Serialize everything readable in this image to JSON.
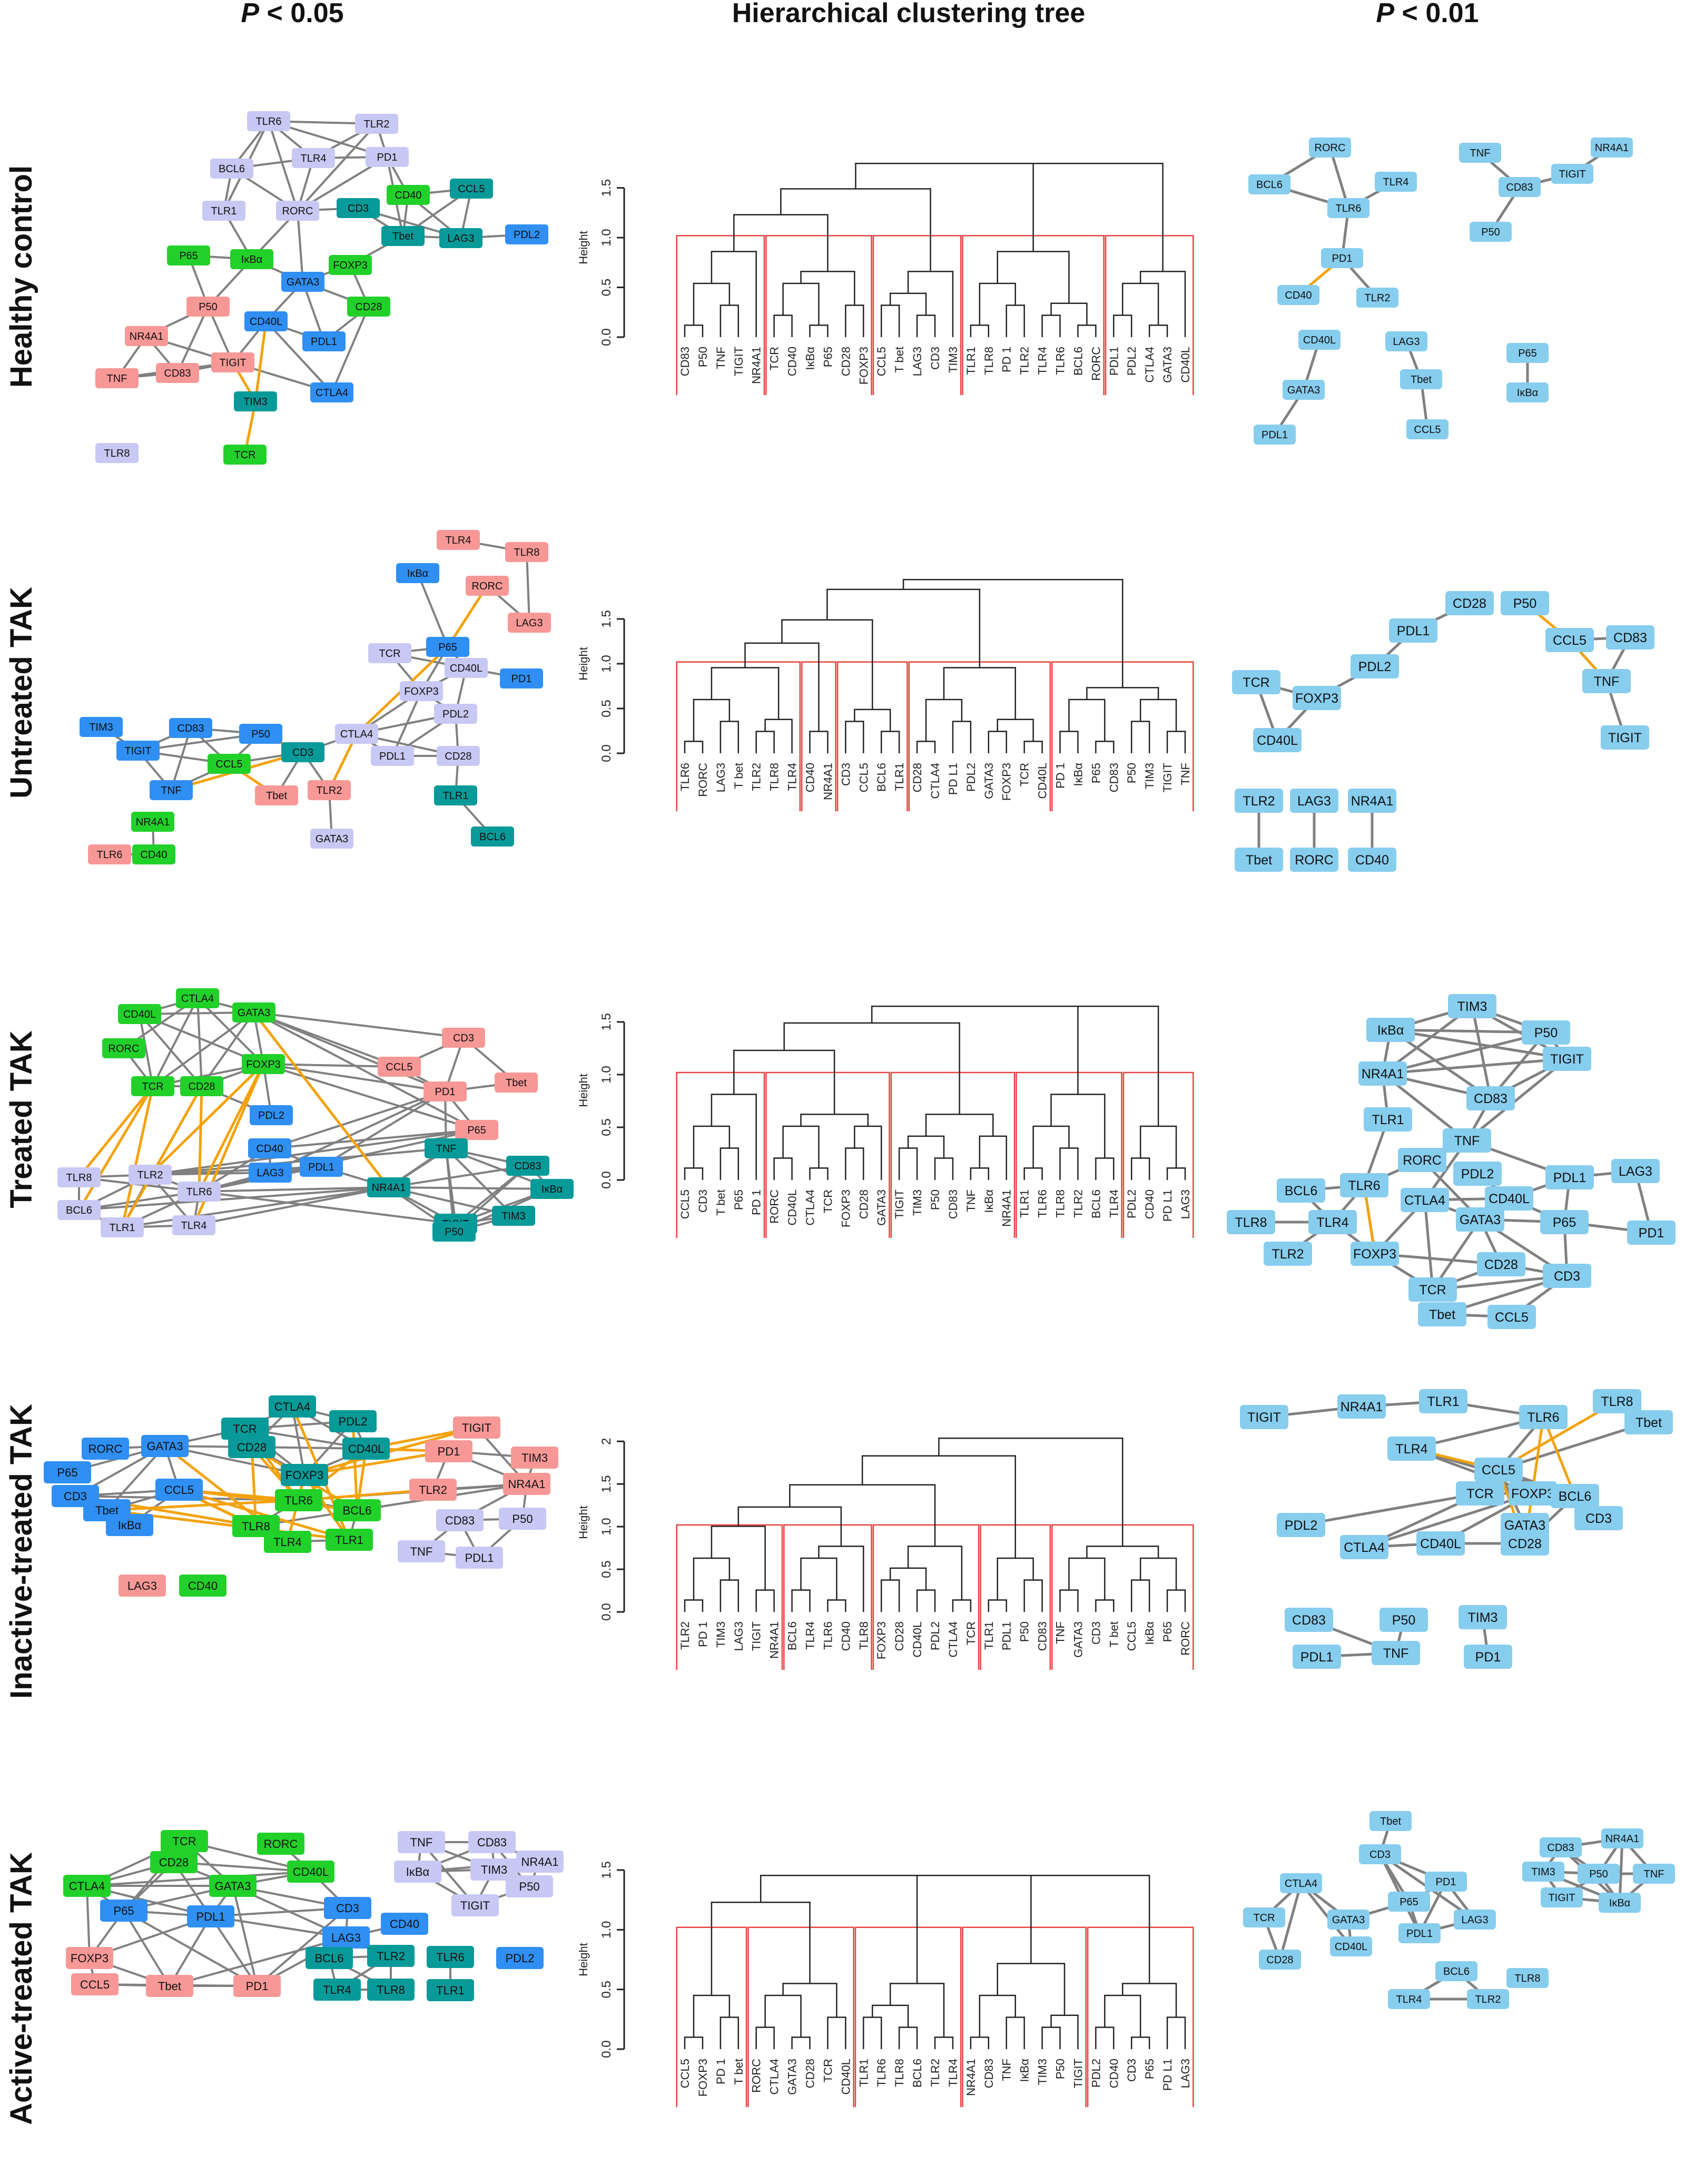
{
  "column_headers": {
    "left": {
      "label": "P",
      "operator": "< 0.05"
    },
    "middle": "Hierarchical clustering tree",
    "right": {
      "label": "P",
      "operator": "< 0.01"
    }
  },
  "colors": {
    "lavender": "#c8c8f4",
    "green": "#21d12a",
    "teal": "#079a98",
    "blue": "#2f8ff3",
    "salmon": "#f79897",
    "sky": "#87cdee",
    "edge_gray": "#808080",
    "edge_orange": "#f3a20c",
    "cluster_red": "#e8403f"
  },
  "height_axis_label": "Height",
  "rows": [
    {
      "label": "Healthy control",
      "p05": {
        "nodes": [
          {
            "id": "TLR6",
            "c": "lavender"
          },
          {
            "id": "TLR2",
            "c": "lavender"
          },
          {
            "id": "BCL6",
            "c": "lavender"
          },
          {
            "id": "TLR4",
            "c": "lavender"
          },
          {
            "id": "PD1",
            "c": "lavender"
          },
          {
            "id": "CD40",
            "c": "green"
          },
          {
            "id": "CCL5",
            "c": "teal"
          },
          {
            "id": "TLR1",
            "c": "lavender"
          },
          {
            "id": "RORC",
            "c": "lavender"
          },
          {
            "id": "CD3",
            "c": "teal"
          },
          {
            "id": "Tbet",
            "c": "teal"
          },
          {
            "id": "LAG3",
            "c": "teal"
          },
          {
            "id": "PDL2",
            "c": "blue"
          },
          {
            "id": "P65",
            "c": "green"
          },
          {
            "id": "IκBα",
            "c": "green"
          },
          {
            "id": "FOXP3",
            "c": "green"
          },
          {
            "id": "GATA3",
            "c": "blue"
          },
          {
            "id": "P50",
            "c": "salmon"
          },
          {
            "id": "CD28",
            "c": "green"
          },
          {
            "id": "NR4A1",
            "c": "salmon"
          },
          {
            "id": "CD40L",
            "c": "blue"
          },
          {
            "id": "PDL1",
            "c": "blue"
          },
          {
            "id": "TNF",
            "c": "salmon"
          },
          {
            "id": "CD83",
            "c": "salmon"
          },
          {
            "id": "TIGIT",
            "c": "salmon"
          },
          {
            "id": "CTLA4",
            "c": "blue"
          },
          {
            "id": "TIM3",
            "c": "teal"
          },
          {
            "id": "TCR",
            "c": "green"
          },
          {
            "id": "TLR8",
            "c": "lavender"
          }
        ]
      },
      "tree": {
        "ylim": [
          0,
          1.8
        ],
        "ticks": [
          "0.0",
          "0.5",
          "1.0",
          "1.5"
        ],
        "leaves": [
          "CD83",
          "P50",
          "TNF",
          "TIGIT",
          "NR4A1",
          "TCR",
          "CD40",
          "IκBα",
          "P65",
          "CD28",
          "FOXP3",
          "CCL5",
          "T bet",
          "LAG3",
          "CD3",
          "TIM3",
          "TLR1",
          "TLR8",
          "PD 1",
          "TLR2",
          "TLR4",
          "TLR6",
          "BCL6",
          "RORC",
          "PDL1",
          "PDL2",
          "CTLA4",
          "GATA3",
          "CD40L"
        ],
        "clusters": [
          5,
          6,
          5,
          8,
          5
        ]
      },
      "p01": {
        "nodes": [
          "RORC",
          "BCL6",
          "TLR4",
          "TLR6",
          "TNF",
          "NR4A1",
          "CD83",
          "TIGIT",
          "P50",
          "PD1",
          "CD40",
          "TLR2",
          "CD40L",
          "LAG3",
          "P65",
          "Tbet",
          "GATA3",
          "IκBα",
          "CCL5",
          "PDL1"
        ]
      }
    },
    {
      "label": "Untreated TAK",
      "p05": {
        "nodes": [
          {
            "id": "TLR4",
            "c": "salmon"
          },
          {
            "id": "TLR8",
            "c": "salmon"
          },
          {
            "id": "IκBα",
            "c": "blue"
          },
          {
            "id": "RORC",
            "c": "salmon"
          },
          {
            "id": "LAG3",
            "c": "salmon"
          },
          {
            "id": "P65",
            "c": "blue"
          },
          {
            "id": "TCR",
            "c": "lavender"
          },
          {
            "id": "CD40L",
            "c": "lavender"
          },
          {
            "id": "PD1",
            "c": "blue"
          },
          {
            "id": "FOXP3",
            "c": "lavender"
          },
          {
            "id": "PDL2",
            "c": "lavender"
          },
          {
            "id": "TIM3",
            "c": "blue"
          },
          {
            "id": "CD83",
            "c": "blue"
          },
          {
            "id": "P50",
            "c": "blue"
          },
          {
            "id": "CTLA4",
            "c": "lavender"
          },
          {
            "id": "TIGIT",
            "c": "blue"
          },
          {
            "id": "CD3",
            "c": "teal"
          },
          {
            "id": "CCL5",
            "c": "green"
          },
          {
            "id": "PDL1",
            "c": "lavender"
          },
          {
            "id": "CD28",
            "c": "lavender"
          },
          {
            "id": "TNF",
            "c": "blue"
          },
          {
            "id": "Tbet",
            "c": "salmon"
          },
          {
            "id": "TLR2",
            "c": "salmon"
          },
          {
            "id": "TLR1",
            "c": "teal"
          },
          {
            "id": "GATA3",
            "c": "lavender"
          },
          {
            "id": "BCL6",
            "c": "teal"
          },
          {
            "id": "NR4A1",
            "c": "green"
          },
          {
            "id": "TLR6",
            "c": "salmon"
          },
          {
            "id": "CD40",
            "c": "green"
          }
        ]
      },
      "tree": {
        "ylim": [
          0,
          2.0
        ],
        "ticks": [
          "0.0",
          "0.5",
          "1.0",
          "1.5"
        ],
        "leaves": [
          "TLR6",
          "RORC",
          "LAG3",
          "T bet",
          "TLR2",
          "TLR8",
          "TLR4",
          "CD40",
          "NR4A1",
          "CD3",
          "CCL5",
          "BCL6",
          "TLR1",
          "CD28",
          "CTLA4",
          "PD L1",
          "PDL2",
          "GATA3",
          "FOXP3",
          "TCR",
          "CD40L",
          "PD 1",
          "IκBα",
          "P65",
          "CD83",
          "P50",
          "TIM3",
          "TIGIT",
          "TNF"
        ],
        "clusters": [
          7,
          2,
          4,
          8,
          8
        ]
      },
      "p01": {
        "nodes": [
          "CD28",
          "P50",
          "PDL1",
          "CCL5",
          "CD83",
          "PDL2",
          "TCR",
          "FOXP3",
          "TNF",
          "CD40L",
          "TIGIT",
          "TLR2",
          "LAG3",
          "NR4A1",
          "Tbet",
          "RORC",
          "CD40"
        ]
      }
    },
    {
      "label": "Treated TAK",
      "p05": {
        "nodes": [
          {
            "id": "CTLA4",
            "c": "green"
          },
          {
            "id": "CD40L",
            "c": "green"
          },
          {
            "id": "GATA3",
            "c": "green"
          },
          {
            "id": "RORC",
            "c": "green"
          },
          {
            "id": "FOXP3",
            "c": "green"
          },
          {
            "id": "CD3",
            "c": "salmon"
          },
          {
            "id": "TCR",
            "c": "green"
          },
          {
            "id": "CD28",
            "c": "green"
          },
          {
            "id": "CCL5",
            "c": "salmon"
          },
          {
            "id": "Tbet",
            "c": "salmon"
          },
          {
            "id": "PD1",
            "c": "salmon"
          },
          {
            "id": "PDL2",
            "c": "blue"
          },
          {
            "id": "P65",
            "c": "salmon"
          },
          {
            "id": "CD40",
            "c": "blue"
          },
          {
            "id": "TNF",
            "c": "teal"
          },
          {
            "id": "CD83",
            "c": "teal"
          },
          {
            "id": "TLR8",
            "c": "lavender"
          },
          {
            "id": "TLR2",
            "c": "lavender"
          },
          {
            "id": "LAG3",
            "c": "blue"
          },
          {
            "id": "PDL1",
            "c": "blue"
          },
          {
            "id": "IκBα",
            "c": "teal"
          },
          {
            "id": "TLR6",
            "c": "lavender"
          },
          {
            "id": "NR4A1",
            "c": "teal"
          },
          {
            "id": "BCL6",
            "c": "lavender"
          },
          {
            "id": "TIM3",
            "c": "teal"
          },
          {
            "id": "TIGIT",
            "c": "teal"
          },
          {
            "id": "TLR1",
            "c": "lavender"
          },
          {
            "id": "TLR4",
            "c": "lavender"
          },
          {
            "id": "P50",
            "c": "teal"
          }
        ]
      },
      "tree": {
        "ylim": [
          0,
          1.7
        ],
        "ticks": [
          "0.0",
          "0.5",
          "1.0",
          "1.5"
        ],
        "leaves": [
          "CCL5",
          "CD3",
          "T bet",
          "P65",
          "PD 1",
          "RORC",
          "CD40L",
          "CTLA4",
          "TCR",
          "FOXP3",
          "CD28",
          "GATA3",
          "TIGIT",
          "TIM3",
          "P50",
          "CD83",
          "TNF",
          "IκBα",
          "NR4A1",
          "TLR1",
          "TLR6",
          "TLR8",
          "TLR2",
          "BCL6",
          "TLR4",
          "PDL2",
          "CD40",
          "PD L1",
          "LAG3"
        ],
        "clusters": [
          5,
          7,
          7,
          6,
          4
        ]
      },
      "p01": {
        "nodes": [
          "TIM3",
          "IκBα",
          "P50",
          "NR4A1",
          "TIGIT",
          "CD83",
          "TLR1",
          "TNF",
          "RORC",
          "PDL2",
          "PDL1",
          "LAG3",
          "BCL6",
          "TLR6",
          "CTLA4",
          "CD40L",
          "GATA3",
          "P65",
          "TLR8",
          "TLR4",
          "PD1",
          "TLR2",
          "FOXP3",
          "CD28",
          "CD3",
          "TCR",
          "Tbet",
          "CCL5"
        ]
      }
    },
    {
      "label": "Inactive-treated TAK",
      "p05": {
        "nodes": [
          {
            "id": "CTLA4",
            "c": "teal"
          },
          {
            "id": "PDL2",
            "c": "teal"
          },
          {
            "id": "TCR",
            "c": "teal"
          },
          {
            "id": "TIGIT",
            "c": "salmon"
          },
          {
            "id": "RORC",
            "c": "blue"
          },
          {
            "id": "GATA3",
            "c": "blue"
          },
          {
            "id": "CD28",
            "c": "teal"
          },
          {
            "id": "CD40L",
            "c": "teal"
          },
          {
            "id": "PD1",
            "c": "salmon"
          },
          {
            "id": "TIM3",
            "c": "salmon"
          },
          {
            "id": "P65",
            "c": "blue"
          },
          {
            "id": "FOXP3",
            "c": "teal"
          },
          {
            "id": "NR4A1",
            "c": "salmon"
          },
          {
            "id": "CD3",
            "c": "blue"
          },
          {
            "id": "CCL5",
            "c": "blue"
          },
          {
            "id": "TLR2",
            "c": "salmon"
          },
          {
            "id": "TLR6",
            "c": "green"
          },
          {
            "id": "Tbet",
            "c": "blue"
          },
          {
            "id": "BCL6",
            "c": "green"
          },
          {
            "id": "CD83",
            "c": "lavender"
          },
          {
            "id": "P50",
            "c": "lavender"
          },
          {
            "id": "TLR8",
            "c": "green"
          },
          {
            "id": "IκBα",
            "c": "blue"
          },
          {
            "id": "TLR4",
            "c": "green"
          },
          {
            "id": "TLR1",
            "c": "green"
          },
          {
            "id": "TNF",
            "c": "lavender"
          },
          {
            "id": "PDL1",
            "c": "lavender"
          },
          {
            "id": "LAG3",
            "c": "salmon"
          },
          {
            "id": "CD40",
            "c": "green"
          }
        ]
      },
      "tree": {
        "ylim": [
          0,
          2.1
        ],
        "ticks": [
          "0.0",
          "0.5",
          "1.0",
          "1.5",
          "2"
        ],
        "leaves": [
          "TLR2",
          "PD 1",
          "TIM3",
          "LAG3",
          "TIGIT",
          "NR4A1",
          "BCL6",
          "TLR4",
          "TLR6",
          "CD40",
          "TLR8",
          "FOXP3",
          "CD28",
          "CD40L",
          "PDL2",
          "CTLA4",
          "TCR",
          "TLR1",
          "PDL1",
          "P50",
          "CD83",
          "TNF",
          "GATA3",
          "CD3",
          "T bet",
          "CCL5",
          "IκBα",
          "P65",
          "RORC"
        ],
        "clusters": [
          6,
          5,
          6,
          4,
          8
        ]
      },
      "p01": {
        "nodes": [
          "TIGIT",
          "NR4A1",
          "TLR1",
          "TLR6",
          "TLR8",
          "TLR4",
          "CCL5",
          "Tbet",
          "TCR",
          "FOXP3",
          "BCL6",
          "PDL2",
          "CD3",
          "GATA3",
          "CTLA4",
          "CD40L",
          "CD28",
          "CD83",
          "P50",
          "TIM3",
          "PDL1",
          "TNF",
          "PD1"
        ]
      }
    },
    {
      "label": "Active-treated TAK",
      "p05": {
        "nodes": [
          {
            "id": "TCR",
            "c": "green"
          },
          {
            "id": "RORC",
            "c": "green"
          },
          {
            "id": "CD28",
            "c": "green"
          },
          {
            "id": "CD40L",
            "c": "green"
          },
          {
            "id": "CTLA4",
            "c": "green"
          },
          {
            "id": "GATA3",
            "c": "green"
          },
          {
            "id": "CD3",
            "c": "blue"
          },
          {
            "id": "P65",
            "c": "blue"
          },
          {
            "id": "PDL1",
            "c": "blue"
          },
          {
            "id": "CD40",
            "c": "blue"
          },
          {
            "id": "LAG3",
            "c": "blue"
          },
          {
            "id": "FOXP3",
            "c": "salmon"
          },
          {
            "id": "BCL6",
            "c": "teal"
          },
          {
            "id": "TLR2",
            "c": "teal"
          },
          {
            "id": "CCL5",
            "c": "salmon"
          },
          {
            "id": "Tbet",
            "c": "salmon"
          },
          {
            "id": "PD1",
            "c": "salmon"
          },
          {
            "id": "TLR4",
            "c": "teal"
          },
          {
            "id": "TLR8",
            "c": "teal"
          },
          {
            "id": "TNF",
            "c": "lavender"
          },
          {
            "id": "CD83",
            "c": "lavender"
          },
          {
            "id": "NR4A1",
            "c": "lavender"
          },
          {
            "id": "IκBα",
            "c": "lavender"
          },
          {
            "id": "TIM3",
            "c": "lavender"
          },
          {
            "id": "P50",
            "c": "lavender"
          },
          {
            "id": "TIGIT",
            "c": "lavender"
          },
          {
            "id": "TLR6",
            "c": "teal"
          },
          {
            "id": "TLR1",
            "c": "teal"
          },
          {
            "id": "PDL2",
            "c": "blue"
          }
        ]
      },
      "tree": {
        "ylim": [
          0,
          1.5
        ],
        "ticks": [
          "0.0",
          "0.5",
          "1.0",
          "1.5"
        ],
        "leaves": [
          "CCL5",
          "FOXP3",
          "PD 1",
          "T bet",
          "RORC",
          "CTLA4",
          "GATA3",
          "CD28",
          "TCR",
          "CD40L",
          "TLR1",
          "TLR6",
          "TLR8",
          "BCL6",
          "TLR2",
          "TLR4",
          "NR4A1",
          "CD83",
          "TNF",
          "IκBα",
          "TIM3",
          "P50",
          "TIGIT",
          "PDL2",
          "CD40",
          "CD3",
          "P65",
          "PD L1",
          "LAG3"
        ],
        "clusters": [
          4,
          6,
          6,
          7,
          6
        ]
      },
      "p01": {
        "nodes": [
          "Tbet",
          "CD3",
          "PD1",
          "CTLA4",
          "P65",
          "TCR",
          "GATA3",
          "LAG3",
          "PDL1",
          "CD40L",
          "CD28",
          "CD83",
          "NR4A1",
          "TIM3",
          "P50",
          "TNF",
          "TIGIT",
          "IκBα",
          "BCL6",
          "TLR8",
          "TLR4",
          "TLR2"
        ]
      }
    }
  ]
}
